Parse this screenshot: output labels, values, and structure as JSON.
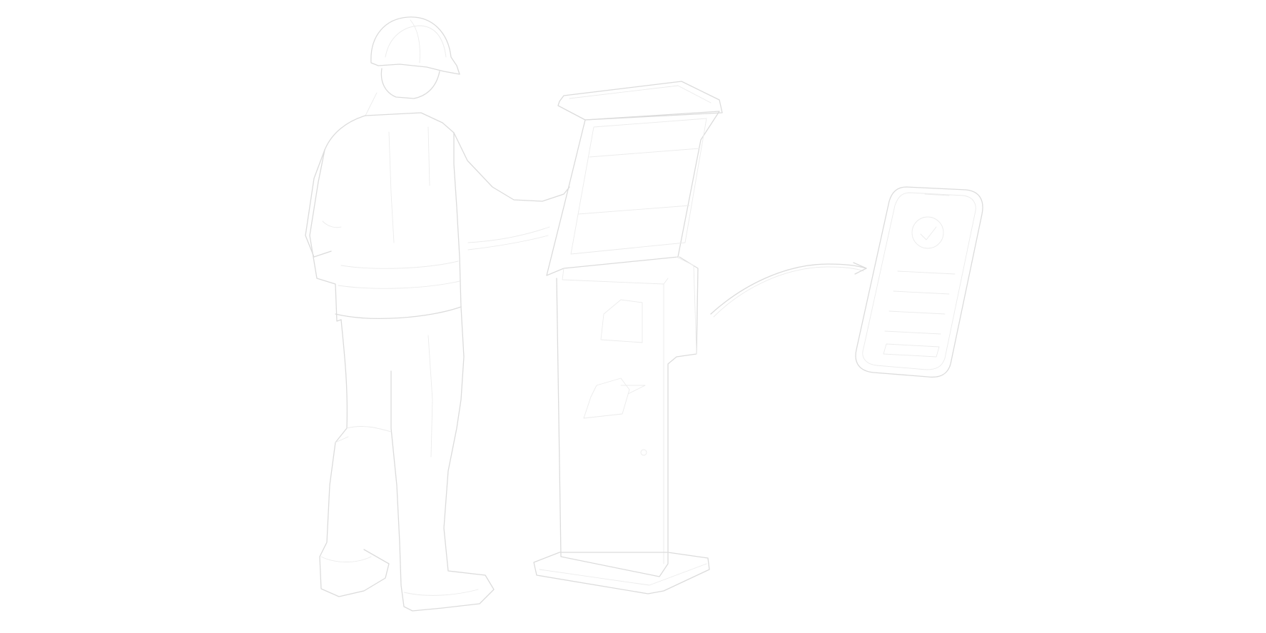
{
  "illustration": {
    "subjects": [
      "worker-figure",
      "kiosk-terminal",
      "smartphone",
      "curved-arrow"
    ],
    "colors": {
      "background": "#ffffff",
      "line": "#dcdcdc",
      "line_faint": "#ececec"
    }
  }
}
